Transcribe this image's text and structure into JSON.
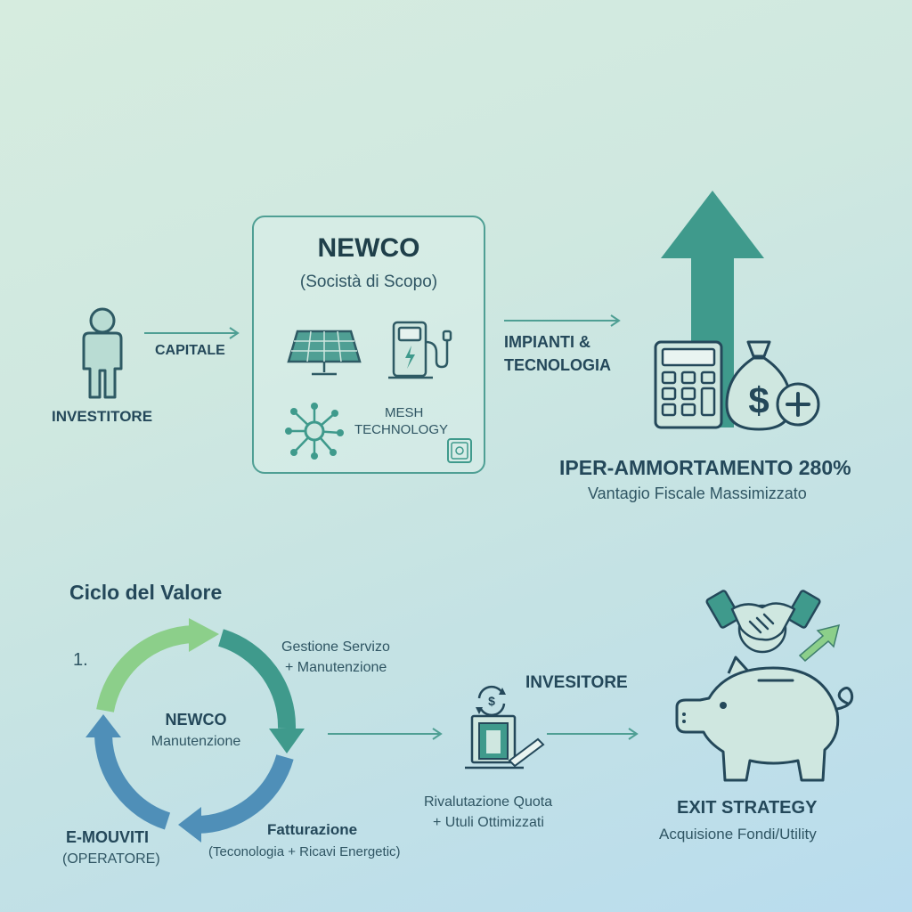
{
  "top": {
    "investor_label": "INVESTITORE",
    "capital_label": "CAPITALE",
    "newco_title": "NEWCO",
    "newco_subtitle": "(Socistà di Scopo)",
    "mesh_label_line1": "MESH",
    "mesh_label_line2": "TECHNOLOGY",
    "flow_label_line1": "IMPIANTI &",
    "flow_label_line2": "TECNOLOGIA",
    "benefit_title": "IPER-AMMORTAMENTO 280%",
    "benefit_subtitle": "Vantagio Fiscale Massimizzato"
  },
  "cycle": {
    "heading": "Ciclo del Valore",
    "step_number": "1.",
    "center_title": "NEWCO",
    "center_subtitle": "Manutenzione",
    "right_label_line1": "Gestione Servizo",
    "right_label_line2": "+ Manutenzione",
    "bottom_label_title": "Fatturazione",
    "bottom_label_sub": "(Teconologia + Ricavi Energetic)",
    "left_label_title": "E-MOUVITI",
    "left_label_sub": "(OPERATORE)"
  },
  "exit": {
    "investor_label": "INVESITORE",
    "revaluation_line1": "Rivalutazione Quota",
    "revaluation_line2": "+ Utuli Ottimizzati",
    "exit_title": "EXIT STRATEGY",
    "exit_subtitle": "Acquisione Fondi/Utility"
  },
  "colors": {
    "teal": "#3f9a8c",
    "green": "#8ccf8a",
    "blue": "#4f8fb8",
    "dark": "#24485a"
  }
}
